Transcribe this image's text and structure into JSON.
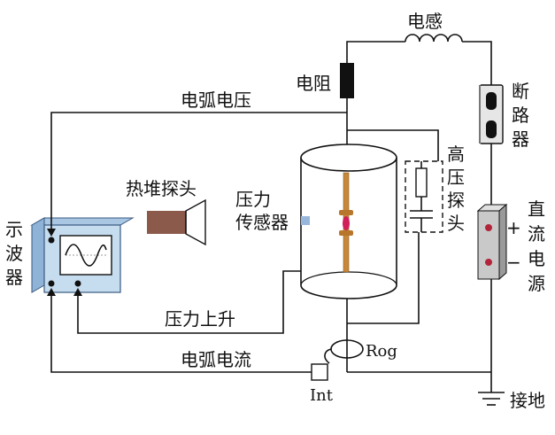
{
  "diagram": {
    "labels": {
      "inductor": "电感",
      "resistor": "电阻",
      "breaker": [
        "断",
        "路",
        "器"
      ],
      "arc_voltage": "电弧电压",
      "hv_probe": [
        "高",
        "压",
        "探",
        "头"
      ],
      "thermopile": "热堆探头",
      "pressure_sensor": [
        "压力",
        "传感器"
      ],
      "dc_source": [
        "直",
        "流",
        "电",
        "源"
      ],
      "plus": "+",
      "minus": "−",
      "oscilloscope": [
        "示",
        "波",
        "器"
      ],
      "pressure_rise": "压力上升",
      "arc_current": "电弧电流",
      "rog": "Rog",
      "int": "Int",
      "ground": "接地"
    },
    "colors": {
      "wire": "#111111",
      "scope_body": "#c6dcef",
      "scope_side": "#8fb3d6",
      "thermo_probe": "#8b5a4a",
      "breaker_body": "#e6e6e6",
      "breaker_contact": "#111111",
      "dc_source_body": "#c9c9c9",
      "dc_terminal": "#b3243a",
      "electrode": "#c8883a",
      "arc": "#d21f5a",
      "sensor_patch": "#99b6dd"
    }
  }
}
